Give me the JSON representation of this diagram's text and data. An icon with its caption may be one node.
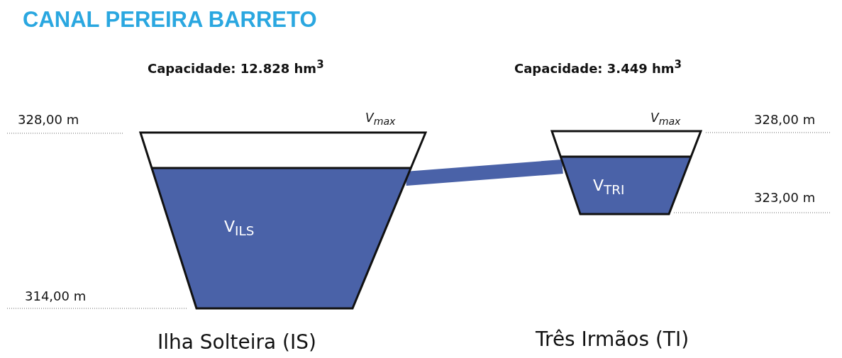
{
  "diagram": {
    "title": "CANAL PEREIRA BARRETO",
    "nodes": [
      {
        "text": [
          "V$_{ILS}$"
        ],
        "beside": [
          "V$_{max}$"
        ]
      },
      {
        "text": [
          "V$_{TRI}$"
        ],
        "beside": [
          "V$_{max}$"
        ]
      }
    ],
    "edges": [
      {
        "from": 0,
        "to": 1,
        "arrow": "none"
      }
    ],
    "labels": [
      "Capacidade: 12.828 hm$^{3}$",
      "Capacidade: 3.449 hm$^{3}$",
      "328,00 m",
      "328,00 m",
      "323,00 m",
      "314,00 m",
      "Ilha Solteira (IS)",
      "Três Irmãos (TI)"
    ]
  }
}
